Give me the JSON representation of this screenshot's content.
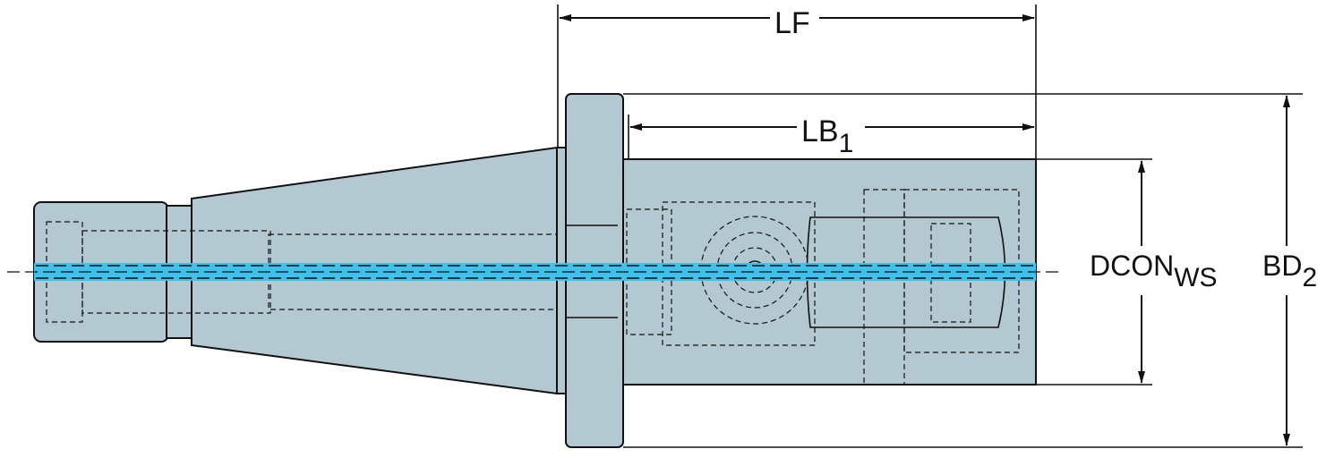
{
  "drawing": {
    "colors": {
      "body": "#b4c8d1",
      "outline": "#111111",
      "coolant": "#3fc1ec",
      "background": "#ffffff"
    },
    "dimensions": {
      "lf": {
        "label": "LF"
      },
      "lb1": {
        "label": "LB",
        "sub": "1"
      },
      "dcon": {
        "label": "DCON",
        "sub": "WS"
      },
      "bd2": {
        "label": "BD",
        "sub": "2"
      }
    }
  }
}
